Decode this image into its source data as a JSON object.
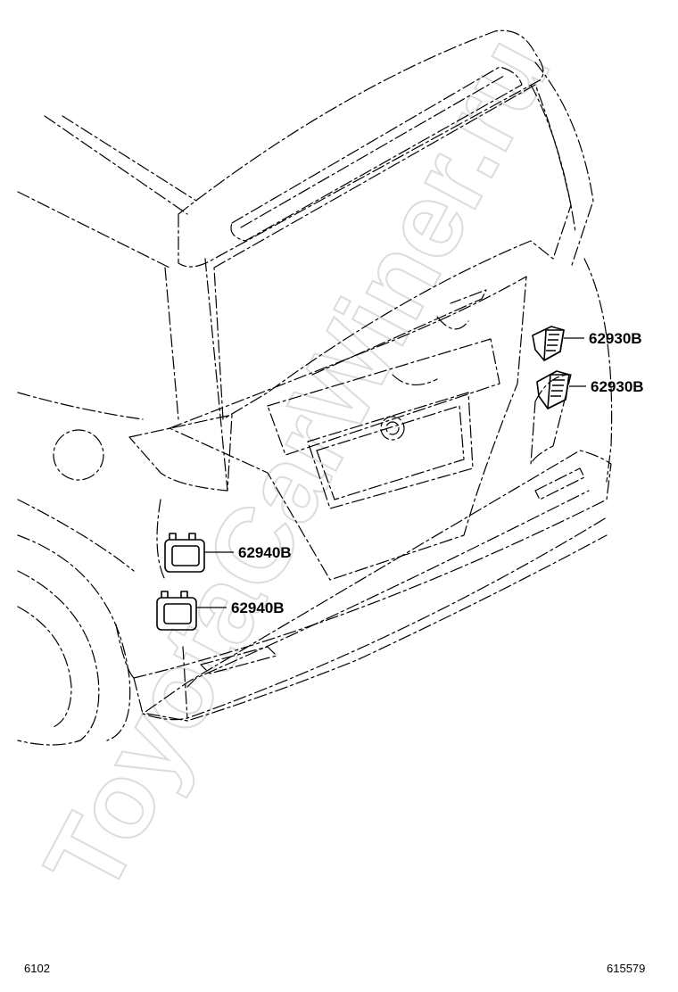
{
  "watermark": "ToyotaCarWiner.ru",
  "parts": [
    {
      "label": "62930B"
    },
    {
      "label": "62930B"
    },
    {
      "label": "62940B"
    },
    {
      "label": "62940B"
    }
  ],
  "footer": {
    "left_code": "6102",
    "right_code": "615579"
  }
}
